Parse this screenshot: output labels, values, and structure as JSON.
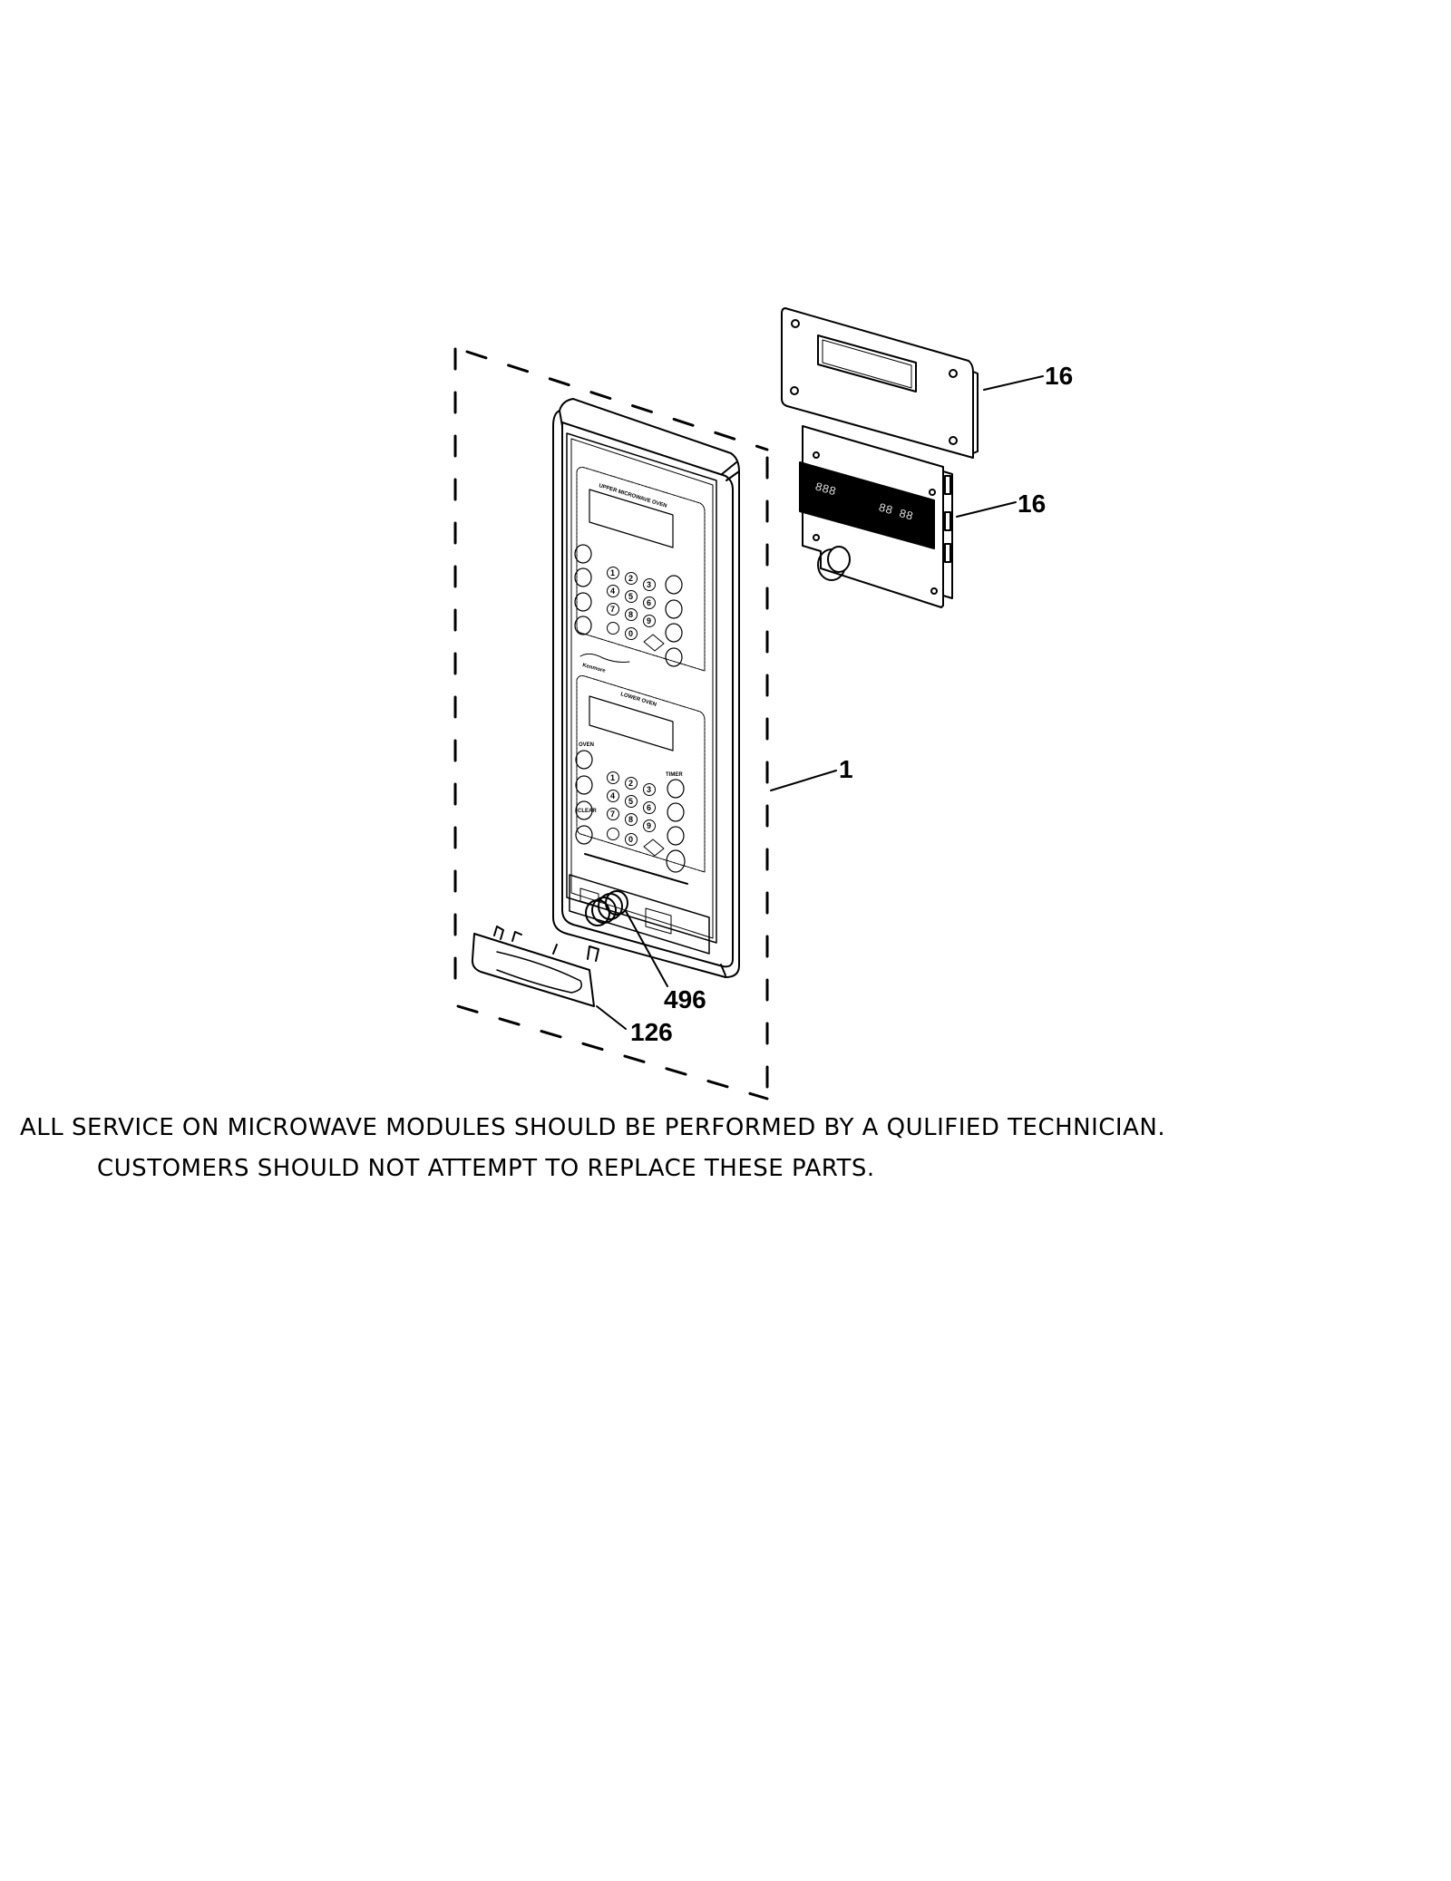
{
  "callouts": [
    {
      "id": "16",
      "label": "16",
      "part": "upper control board"
    },
    {
      "id": "16b",
      "label": "16",
      "part": "display board"
    },
    {
      "id": "1",
      "label": "1",
      "part": "control panel assembly"
    },
    {
      "id": "496",
      "label": "496",
      "part": "knob / spring"
    },
    {
      "id": "126",
      "label": "126",
      "part": "handle"
    }
  ],
  "panel": {
    "upper_section_title": "UPPER MICROWAVE OVEN",
    "lower_section_title": "LOWER OVEN",
    "lower_left_group": "OVEN",
    "lower_right_group": "TIMER",
    "clear_key": "CLEAR",
    "brand": "Kenmore",
    "digits": [
      "1",
      "2",
      "3",
      "4",
      "5",
      "6",
      "7",
      "8",
      "9",
      "0"
    ]
  },
  "display_board": {
    "left_digits": "888",
    "right_digits": "88 88"
  },
  "notice": {
    "line1": "ALL SERVICE ON MICROWAVE MODULES SHOULD BE PERFORMED BY A QULIFIED TECHNICIAN.",
    "line2": "CUSTOMERS SHOULD NOT ATTEMPT TO REPLACE THESE PARTS."
  }
}
